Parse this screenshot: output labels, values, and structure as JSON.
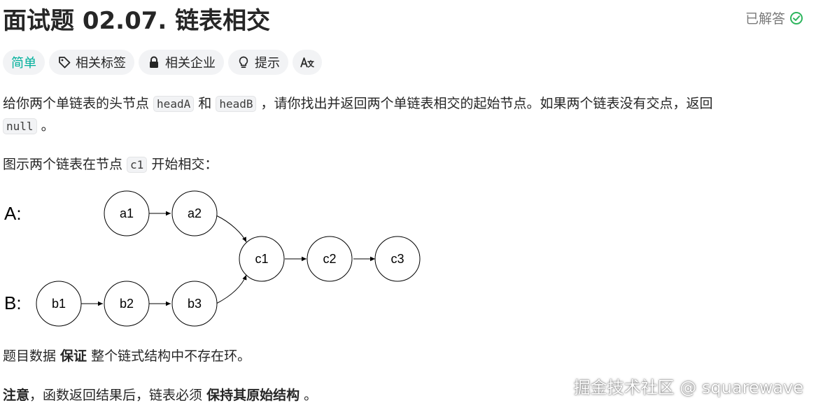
{
  "title": "面试题 02.07. 链表相交",
  "status": {
    "label": "已解答",
    "color": "#2db55d"
  },
  "tags": [
    {
      "label": "简单",
      "icon": "",
      "color": "#00af9b"
    },
    {
      "label": "相关标签",
      "icon": "tag-icon"
    },
    {
      "label": "相关企业",
      "icon": "lock-icon"
    },
    {
      "label": "提示",
      "icon": "lightbulb-icon"
    },
    {
      "label": "",
      "icon": "translate-icon"
    }
  ],
  "description": {
    "p1_a": "给你两个单链表的头节点 ",
    "p1_code1": "headA",
    "p1_b": " 和 ",
    "p1_code2": "headB",
    "p1_c": " ，请你找出并返回两个单链表相交的起始节点。如果两个链表没有交点，返回",
    "p1_code3": "null",
    "p1_d": " 。",
    "p2_a": "图示两个链表在节点 ",
    "p2_code": "c1",
    "p2_b": " 开始相交："
  },
  "diagram": {
    "label_a": "A:",
    "label_b": "B:",
    "nodes": {
      "a1": "a1",
      "a2": "a2",
      "b1": "b1",
      "b2": "b2",
      "b3": "b3",
      "c1": "c1",
      "c2": "c2",
      "c3": "c3"
    }
  },
  "note1": {
    "a": "题目数据 ",
    "bold": "保证",
    "b": " 整个链式结构中不存在环。"
  },
  "note2": {
    "bold1": "注意",
    "a": "，函数返回结果后，链表必须 ",
    "bold2": "保持其原始结构",
    "b": " 。"
  },
  "watermark": "掘金技术社区 @ squarewave"
}
